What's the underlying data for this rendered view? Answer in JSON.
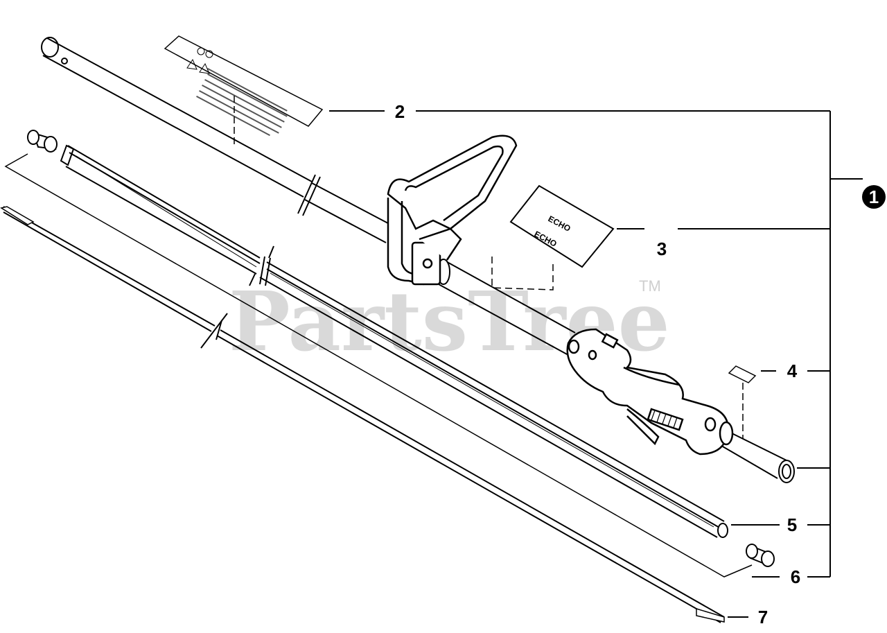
{
  "watermark": {
    "text": "PartsTree",
    "trademark": "TM"
  },
  "assembly_badge": "1",
  "callouts": {
    "c2": "2",
    "c3": "3",
    "c4": "4",
    "c5": "5",
    "c6": "6",
    "c7": "7"
  },
  "decal_3_text": "ECHO"
}
